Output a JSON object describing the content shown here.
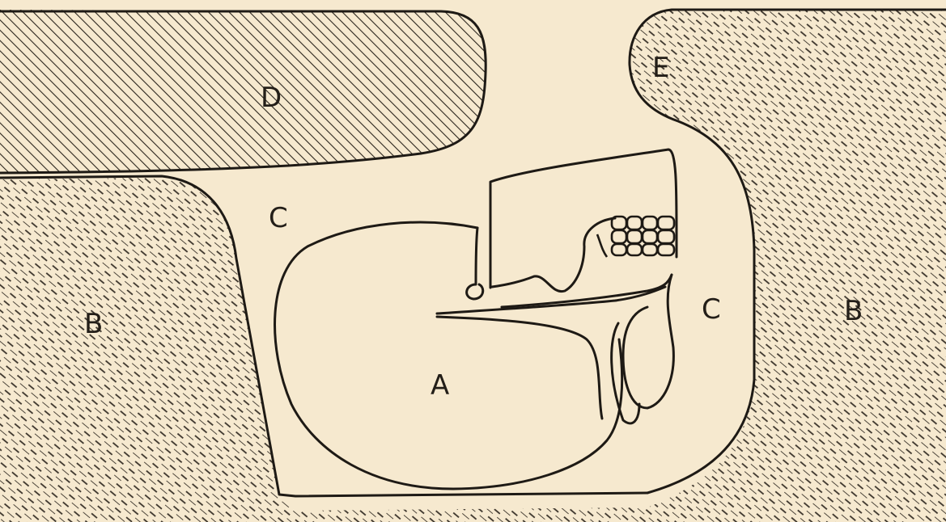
{
  "figure": {
    "labels": {
      "a": "A",
      "b_left": "B",
      "b_right": "B",
      "c_upper": "C",
      "c_right": "C",
      "d": "D",
      "e": "E"
    },
    "colors": {
      "paper": "#f6e9cf",
      "ink": "#1e1a15"
    }
  }
}
